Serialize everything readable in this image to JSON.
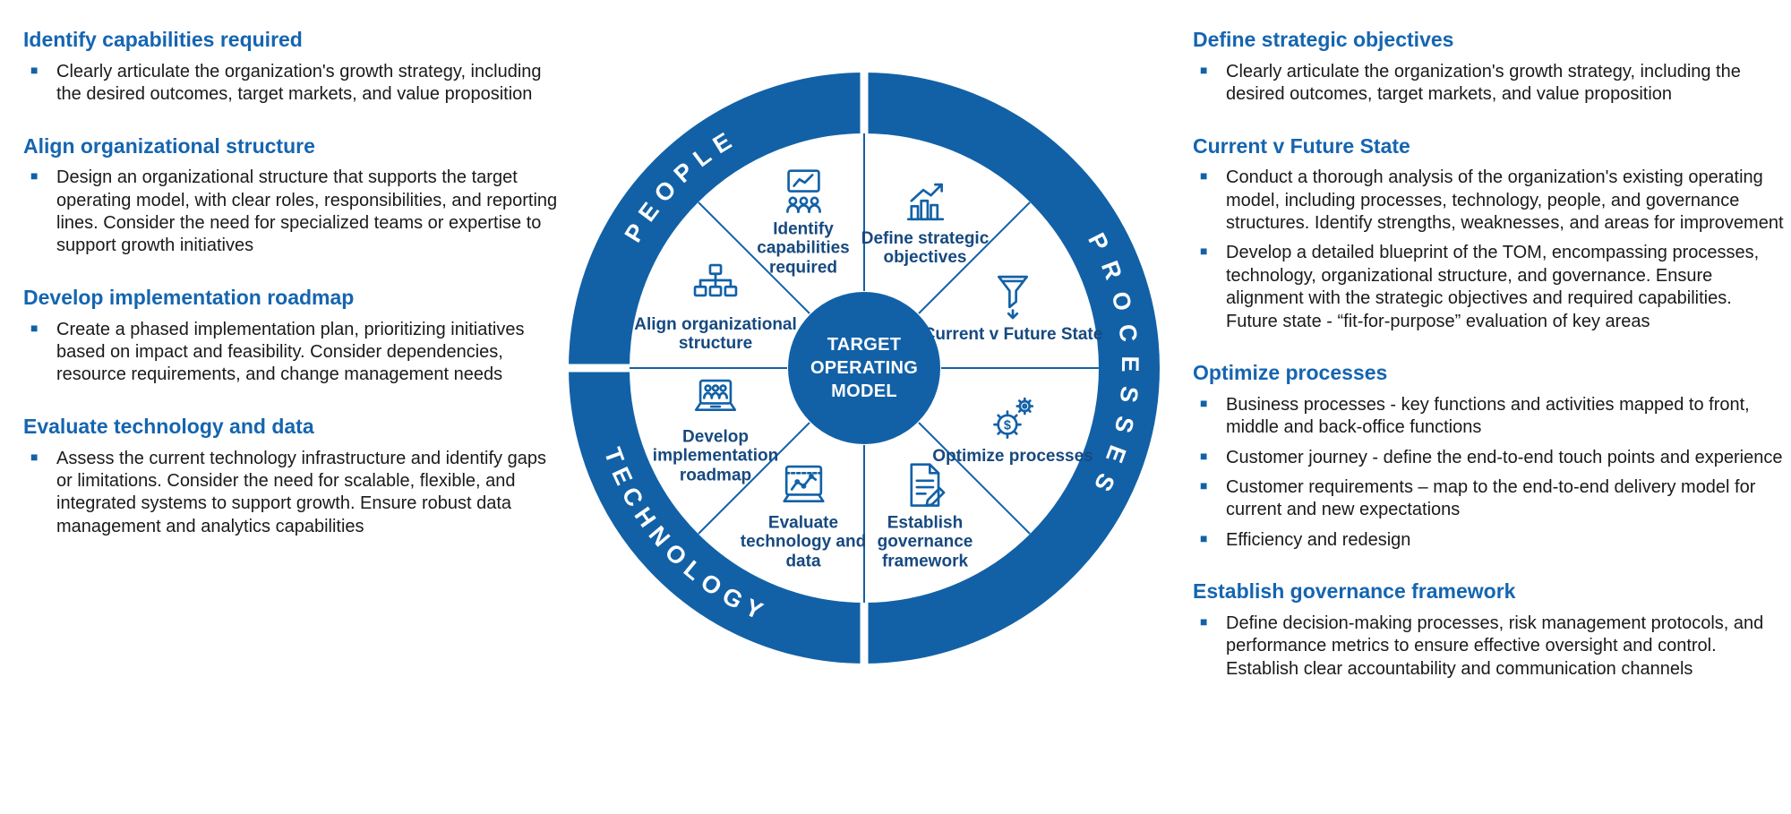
{
  "colors": {
    "primary": "#1261A7",
    "heading": "#1565B0",
    "wheel-label": "#17497F",
    "text": "#1A1A1A"
  },
  "left_column": {
    "sections": [
      {
        "title": "Identify capabilities required",
        "bullets": [
          "Clearly articulate the organization's growth strategy, including the desired outcomes, target markets, and value proposition"
        ]
      },
      {
        "title": "Align organizational structure",
        "bullets": [
          "Design an organizational structure that supports the target operating model, with clear roles, responsibilities, and reporting lines. Consider the need for specialized teams or expertise to support growth initiatives"
        ]
      },
      {
        "title": "Develop implementation roadmap",
        "bullets": [
          "Create a phased implementation plan, prioritizing initiatives based on impact and feasibility. Consider dependencies, resource requirements, and change management needs"
        ]
      },
      {
        "title": "Evaluate technology and data",
        "bullets": [
          "Assess the current technology infrastructure and identify gaps or limitations. Consider the need for scalable, flexible, and integrated systems to support growth. Ensure robust data management and analytics capabilities"
        ]
      }
    ]
  },
  "right_column": {
    "sections": [
      {
        "title": "Define strategic objectives",
        "bullets": [
          "Clearly articulate the organization's growth strategy, including the desired outcomes, target markets, and value proposition"
        ]
      },
      {
        "title": "Current v Future State",
        "bullets": [
          "Conduct a thorough analysis of the organization's existing operating model, including processes, technology, people, and governance structures. Identify strengths, weaknesses, and areas for improvement",
          "Develop a detailed blueprint of the TOM, encompassing processes, technology, organizational structure, and governance. Ensure alignment with the strategic objectives and required capabilities. Future state - “fit-for-purpose” evaluation of key areas"
        ]
      },
      {
        "title": "Optimize processes",
        "bullets": [
          "Business processes - key functions and activities mapped to front, middle and back-office functions",
          "Customer journey - define the end-to-end touch points and experience",
          "Customer requirements – map to the end-to-end delivery model for current and new expectations",
          "Efficiency and redesign"
        ]
      },
      {
        "title": "Establish governance framework",
        "bullets": [
          "Define decision-making processes, risk management protocols, and performance metrics to ensure effective oversight and control. Establish clear accountability and communication channels"
        ]
      }
    ]
  },
  "wheel": {
    "center_label": "TARGET OPERATING MODEL",
    "ring_labels": {
      "people": "PEOPLE",
      "processes": "PROCESSES",
      "technology": "TECHNOLOGY"
    },
    "segments": [
      {
        "label": "Identify capabilities required",
        "icon": "presentation-audience-icon"
      },
      {
        "label": "Define strategic objectives",
        "icon": "growth-chart-icon"
      },
      {
        "label": "Current v Future State",
        "icon": "funnel-icon"
      },
      {
        "label": "Optimize processes",
        "icon": "gear-dollar-icon"
      },
      {
        "label": "Establish governance framework",
        "icon": "document-pen-icon"
      },
      {
        "label": "Evaluate technology and data",
        "icon": "laptop-chart-icon"
      },
      {
        "label": "Develop implementation roadmap",
        "icon": "laptop-team-icon"
      },
      {
        "label": "Align organizational structure",
        "icon": "org-chart-icon"
      }
    ]
  }
}
